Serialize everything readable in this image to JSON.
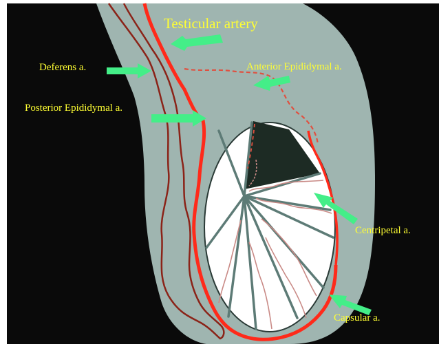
{
  "labels": {
    "testicular_artery": "Testicular artery",
    "deferens": "Deferens a.",
    "anterior_epididymal": "Anterior Epididymal a.",
    "posterior_epididymal": "Posterior Epididymal a.",
    "centripetal": "Centripetal a.",
    "capsular": "Capsular a."
  },
  "colors": {
    "background": "#0a0a0a",
    "scrotum": "#9fb5b0",
    "testis": "#ffffff",
    "artery": "#ff2a1a",
    "deferens": "#8b2318",
    "centripetal": "#c98a86",
    "arrow": "#44ee88",
    "label": "#ffff33",
    "septa": "#5d7b76",
    "dark_segment": "#1d2b24"
  }
}
